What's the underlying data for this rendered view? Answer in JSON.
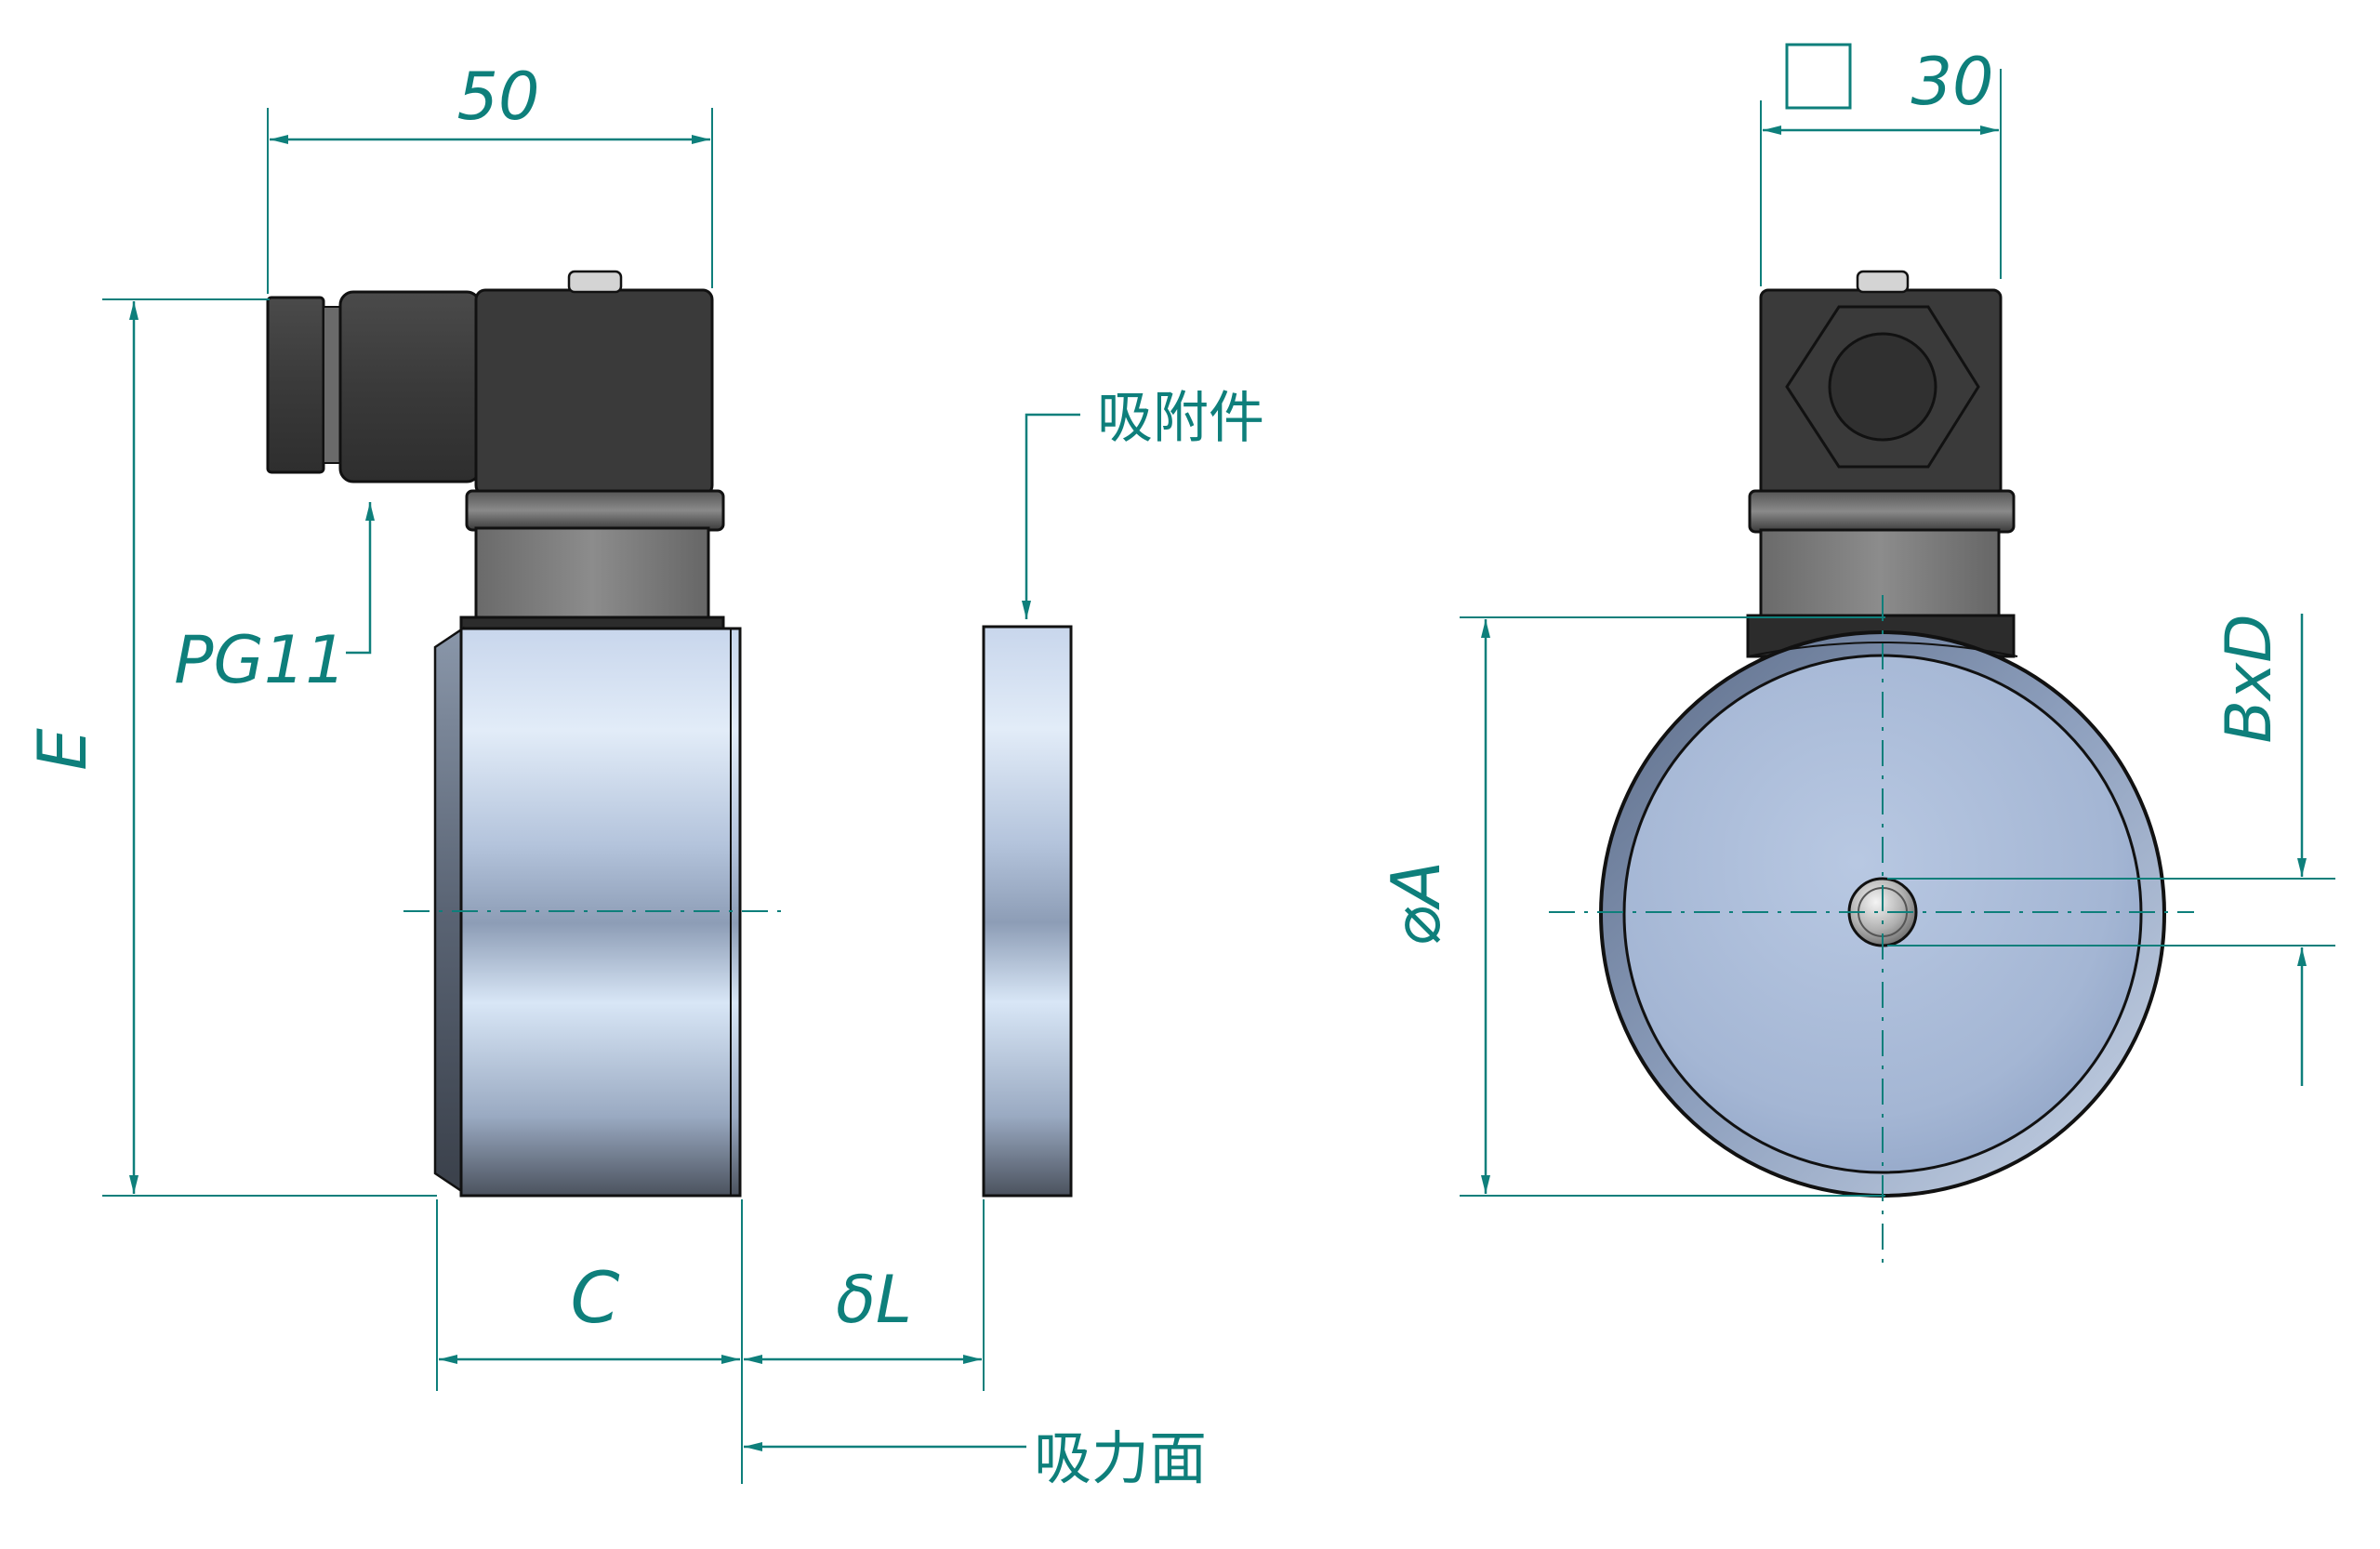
{
  "colors": {
    "dimension": "#0e7f7b",
    "outline": "#111111",
    "connector_dark": "#3a3a3a",
    "connector_mid": "#4a4a4a",
    "stem": "#7a7a7a",
    "collar": "#2c2c2c",
    "steel_light": "#d8e4f4",
    "steel_mid": "#a8bcd8",
    "steel_dark": "#545c6a",
    "background": "#ffffff"
  },
  "labels": {
    "width_top": "50",
    "square_size": "30",
    "square_symbol": "□",
    "height": "E",
    "connector_thread": "PG11",
    "adsorbate": "吸附件",
    "body_thickness": "C",
    "gap": "δL",
    "suction_face": "吸力面",
    "diameter": "⌀A",
    "center_hole": "BxD"
  },
  "icons": {
    "arrowhead": "dimension-arrow-icon",
    "square": "square-symbol-icon",
    "diameter": "diameter-symbol-icon"
  }
}
